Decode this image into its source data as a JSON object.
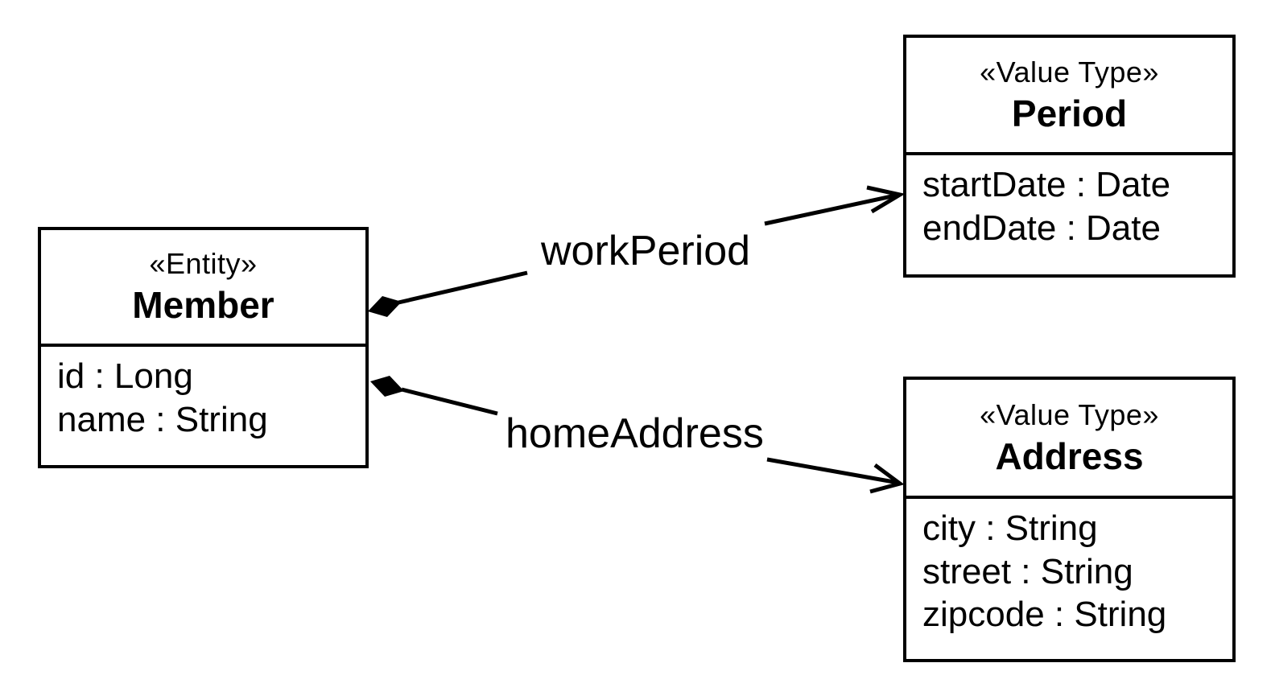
{
  "diagram": {
    "type": "uml-class-diagram",
    "colors": {
      "stroke": "#000000",
      "text": "#000000",
      "box_fill": "#ffffff",
      "background": "#ffffff"
    },
    "classes": [
      {
        "id": "member",
        "stereotype": "«Entity»",
        "name": "Member",
        "attributes": [
          "id : Long",
          "name : String"
        ]
      },
      {
        "id": "period",
        "stereotype": "«Value Type»",
        "name": "Period",
        "attributes": [
          "startDate : Date",
          "endDate : Date"
        ]
      },
      {
        "id": "address",
        "stereotype": "«Value Type»",
        "name": "Address",
        "attributes": [
          "city : String",
          "street : String",
          "zipcode : String"
        ]
      }
    ],
    "relations": [
      {
        "label": "workPeriod",
        "from": "Member",
        "to": "Period",
        "type": "composition",
        "source_end": "filled-diamond",
        "target_end": "open-arrow"
      },
      {
        "label": "homeAddress",
        "from": "Member",
        "to": "Address",
        "type": "composition",
        "source_end": "filled-diamond",
        "target_end": "open-arrow"
      }
    ]
  }
}
